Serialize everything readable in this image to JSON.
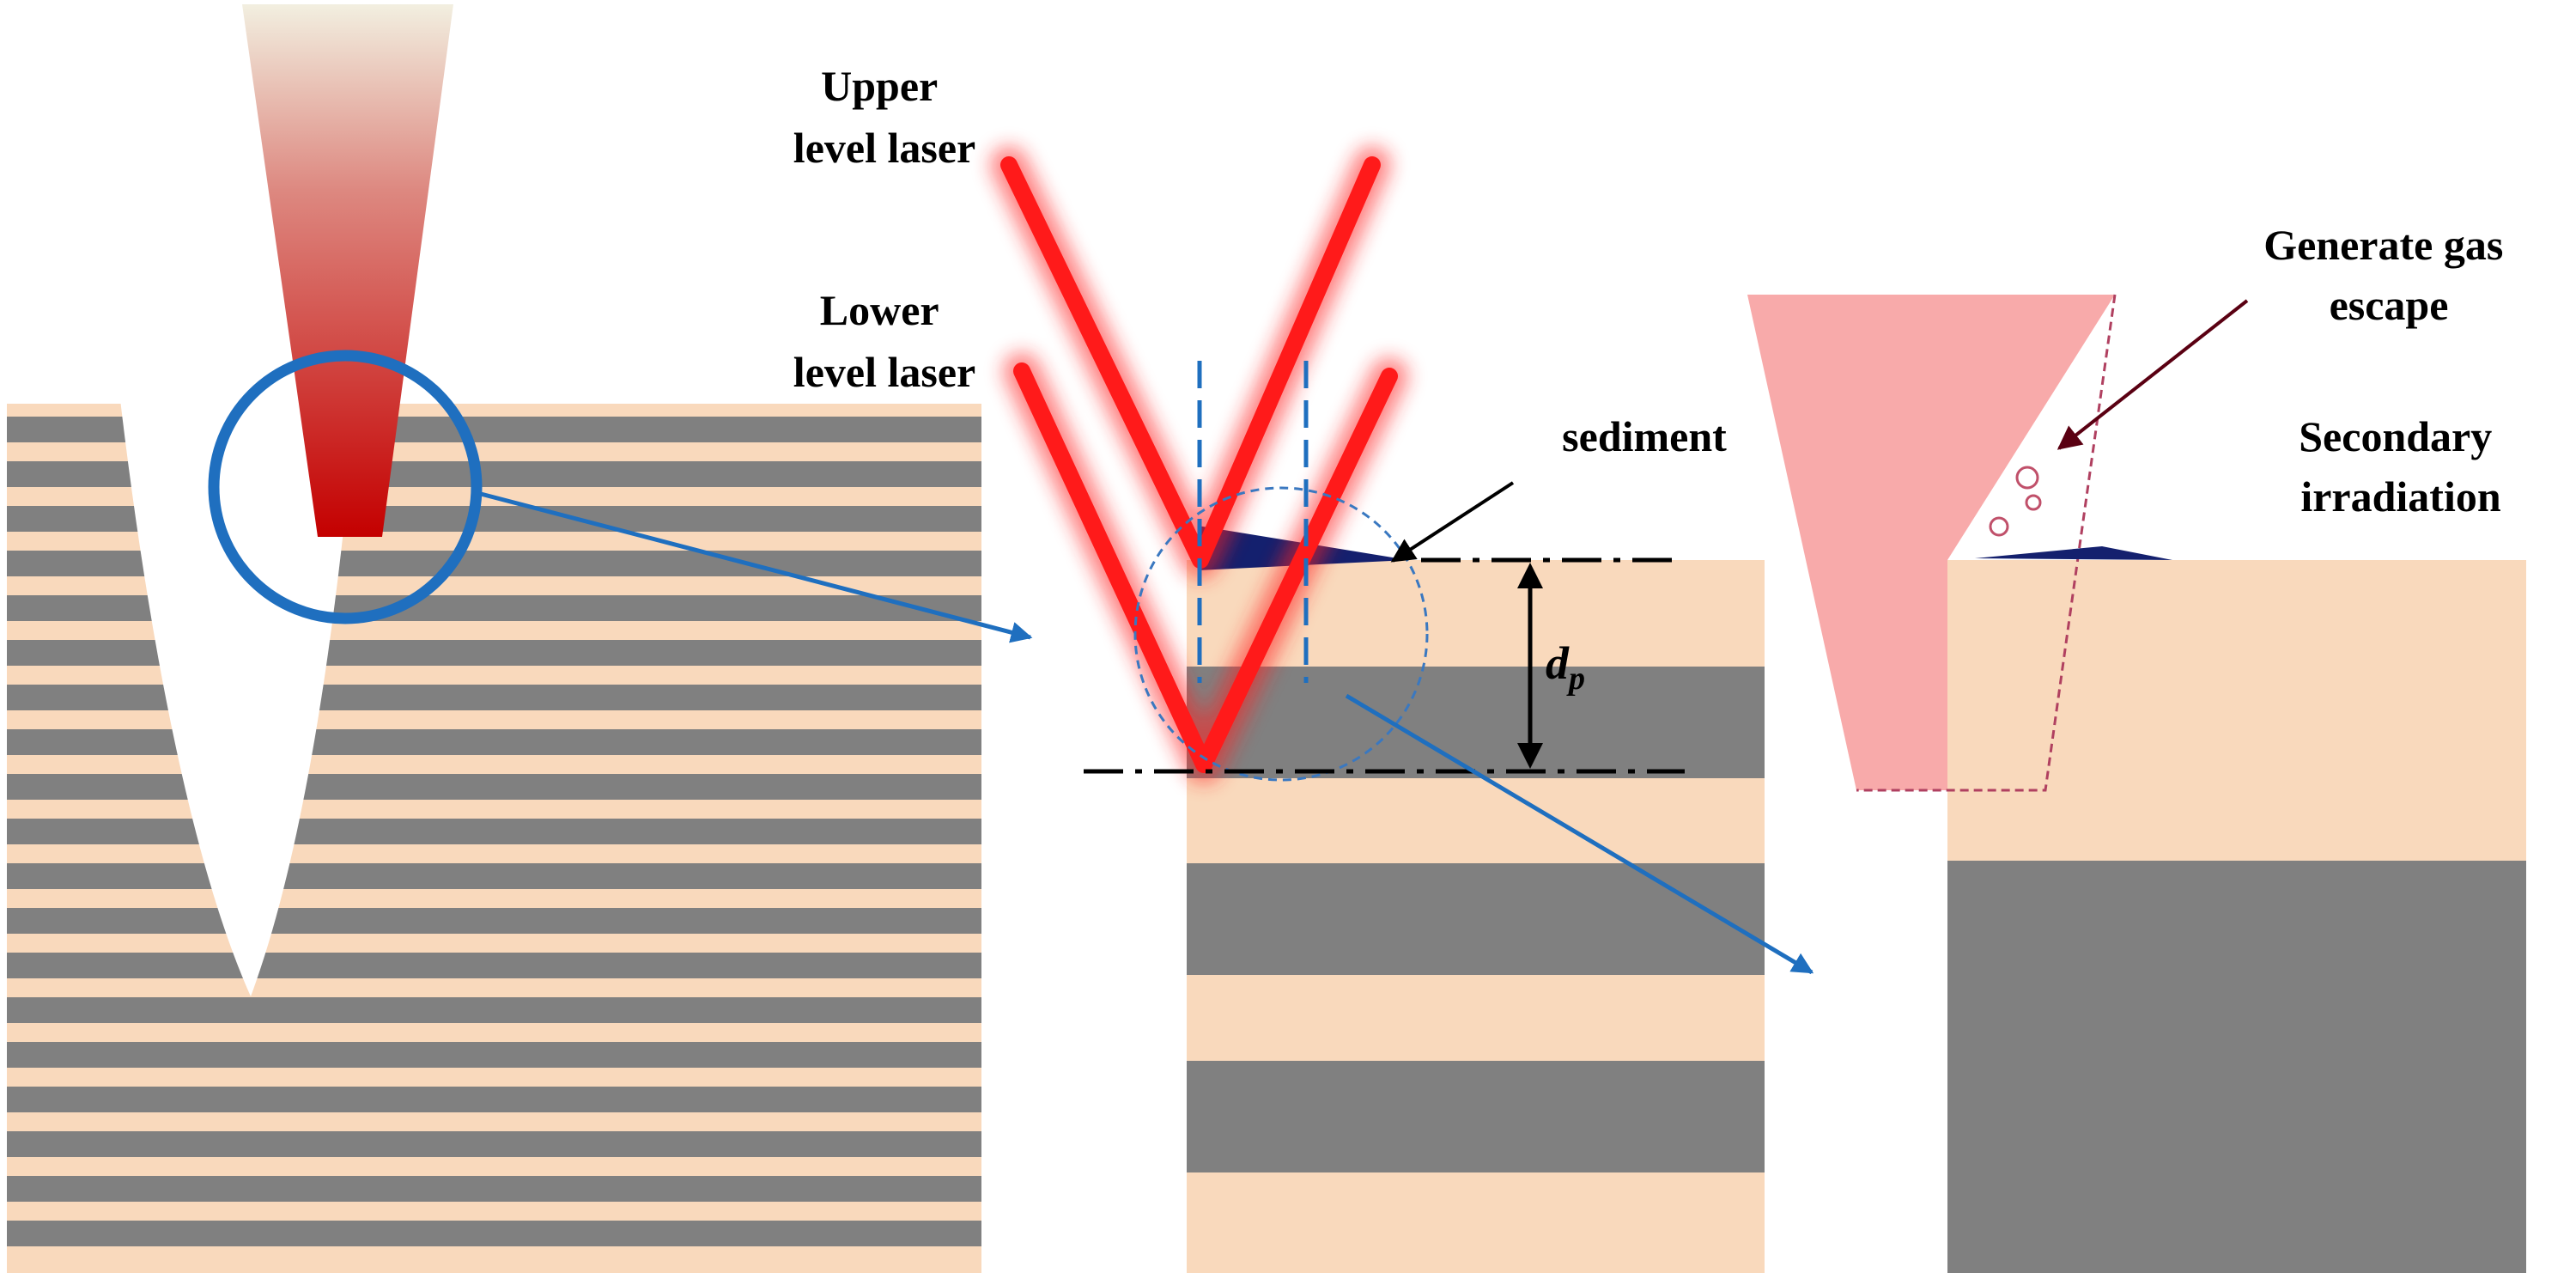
{
  "labels": {
    "upper_laser": [
      "Upper",
      "level laser"
    ],
    "lower_laser": [
      "Lower",
      "level laser"
    ],
    "sediment": "sediment",
    "depth_symbol": "d",
    "depth_subscript": "p",
    "generate_gas": [
      "Generate gas",
      "escape"
    ],
    "secondary": [
      "Secondary",
      "irradiation"
    ]
  },
  "colors": {
    "layer_light": "#f9d9bc",
    "layer_dark": "#808080",
    "laser_red": "#ff1a1a",
    "beam_top": "#f2efe0",
    "beam_bottom": "#c80000",
    "circle_blue": "#1f6fbf",
    "sediment_navy": "#14206e",
    "beam_pink": "#f7a3a3",
    "bubble": "#c0506a",
    "arrow_black": "#000000",
    "dash_red": "#b04060"
  },
  "icons": {
    "zoom_circle": "magnifier-circle-icon",
    "zoom_arrow": "zoom-arrow-icon",
    "depth_arrow": "double-arrow-icon",
    "bubbles": "gas-bubble-icon"
  }
}
